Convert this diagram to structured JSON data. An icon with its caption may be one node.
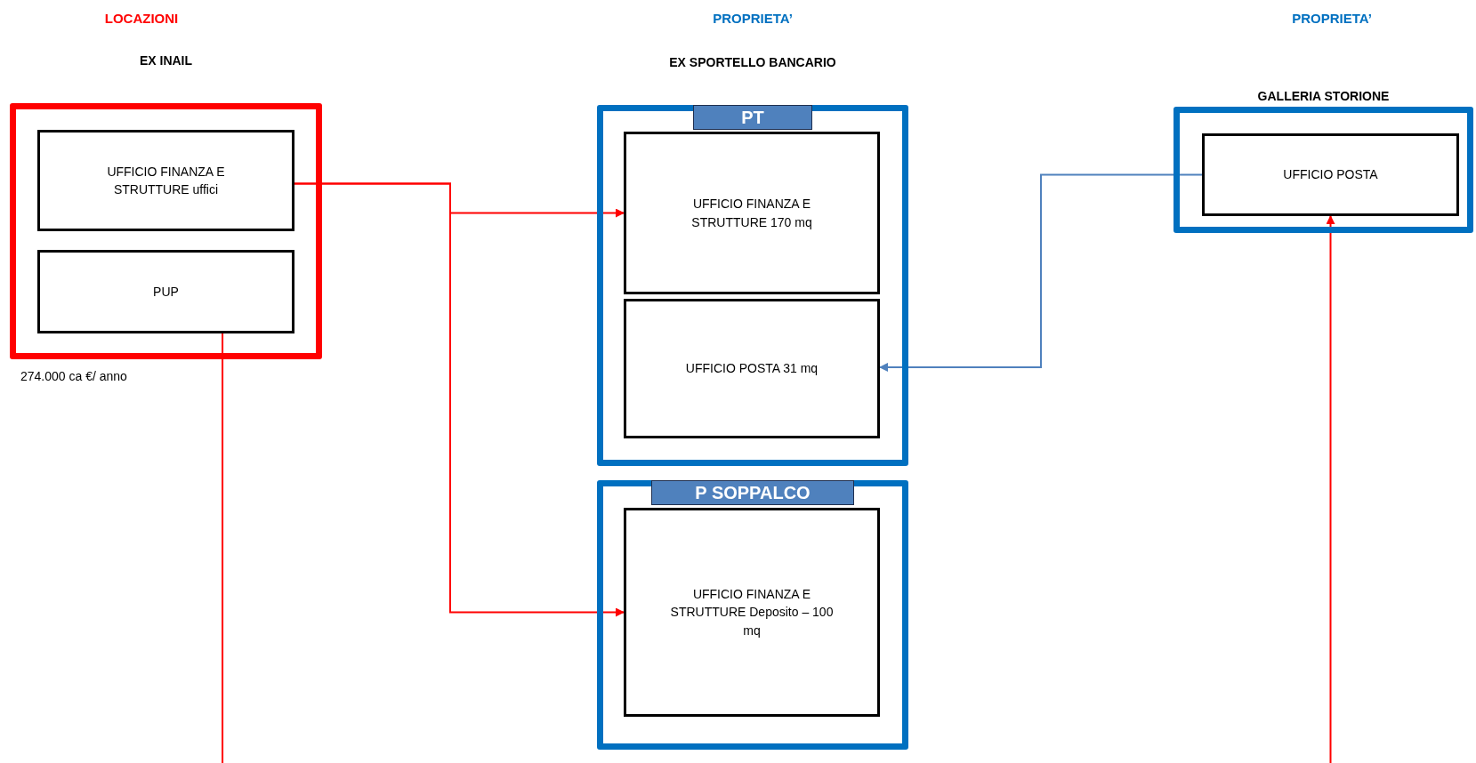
{
  "diagram": {
    "nodes": [
      {
        "text": [
          "EX INAIL"
        ],
        "beside": [
          "274.000 ca €/ anno"
        ]
      },
      {
        "text": [
          "UFFICIO FINANZA E STRUTTURE uffici"
        ],
        "in": 0
      },
      {
        "text": [
          "PUP"
        ],
        "in": 0
      },
      {
        "text": [
          "EX SPORTELLO BANCARIO",
          "PT"
        ]
      },
      {
        "text": [
          "UFFICIO FINANZA E STRUTTURE 170 mq"
        ],
        "in": 3
      },
      {
        "text": [
          "UFFICIO POSTA 31 mq"
        ],
        "in": 3
      },
      {
        "text": [
          "P SOPPALCO"
        ]
      },
      {
        "text": [
          "UFFICIO FINANZA E STRUTTURE Deposito – 100 mq"
        ],
        "in": 6
      },
      {
        "text": [
          "GALLERIA STORIONE"
        ]
      },
      {
        "text": [
          "UFFICIO POSTA"
        ],
        "in": 8
      }
    ],
    "edges": [
      {
        "from": 1,
        "to": 4,
        "arrow": "to"
      },
      {
        "from": 1,
        "to": 7,
        "arrow": "to"
      },
      {
        "from": 9,
        "to": 5,
        "arrow": "to",
        "color": "#4f81bd"
      },
      {
        "from": 2,
        "to": null,
        "arrow": "none"
      },
      {
        "from": null,
        "to": 9,
        "arrow": "to"
      }
    ],
    "labels": [
      "LOCAZIONI",
      "PROPRIETA’",
      "PROPRIETA’"
    ]
  }
}
